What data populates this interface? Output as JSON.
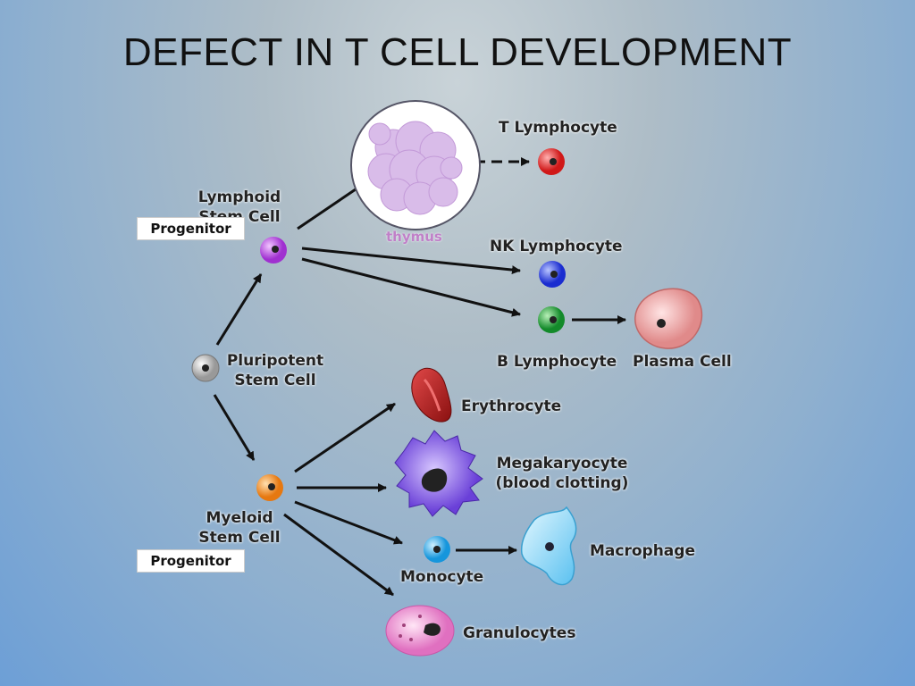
{
  "title": "DEFECT IN T CELL DEVELOPMENT",
  "labels": {
    "t_lymphocyte": "T Lymphocyte",
    "lymphoid_line1": "Lymphoid",
    "lymphoid_line2": "Stem Cell",
    "thymus": "thymus",
    "nk_lymphocyte": "NK Lymphocyte",
    "b_lymphocyte": "B Lymphocyte",
    "plasma_cell": "Plasma Cell",
    "pluripotent_line1": "Pluripotent",
    "pluripotent_line2": "Stem Cell",
    "erythrocyte": "Erythrocyte",
    "megakaryocyte_line1": "Megakaryocyte",
    "megakaryocyte_line2": "(blood clotting)",
    "myeloid_line1": "Myeloid",
    "myeloid_line2": "Stem Cell",
    "macrophage": "Macrophage",
    "monocyte": "Monocyte",
    "granulocytes": "Granulocytes"
  },
  "progenitor_boxes": [
    "Progenitor",
    "Progenitor"
  ],
  "colors": {
    "t_lymphocyte": "#e02828",
    "nk_lymphocyte": "#2a3ee0",
    "b_lymphocyte": "#1fa83a",
    "lymphoid": "#b03cd8",
    "myeloid": "#f08a20",
    "pluripotent": "#bbbbbb",
    "monocyte": "#22a6ea",
    "thymus": "#d8b8e8"
  }
}
